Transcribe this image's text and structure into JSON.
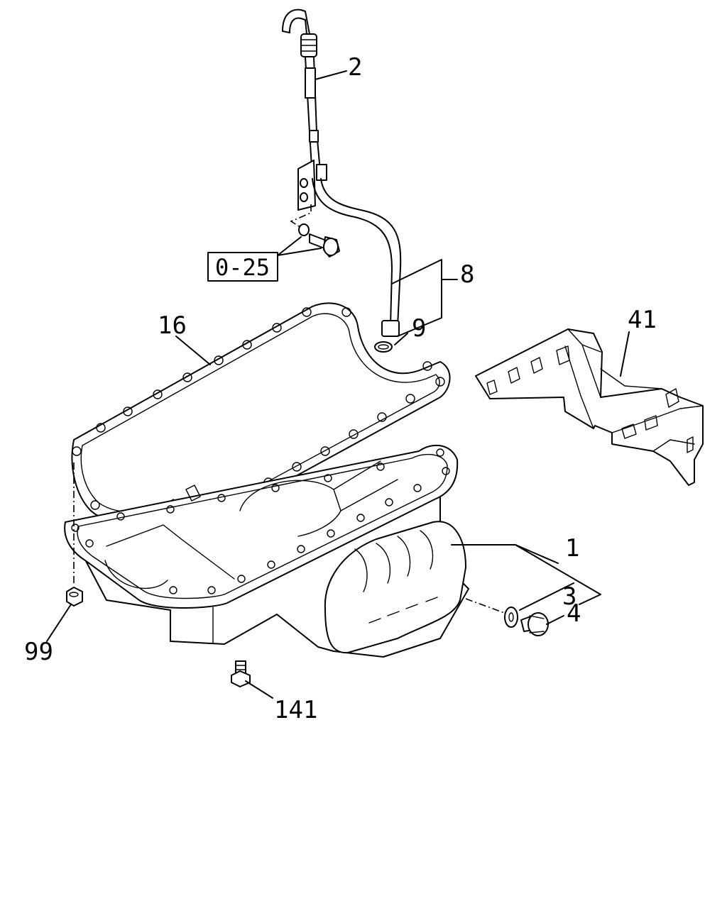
{
  "callouts": {
    "c1": "1",
    "c2": "2",
    "c3": "3",
    "c4": "4",
    "c8": "8",
    "c9": "9",
    "c16": "16",
    "c41": "41",
    "c99": "99",
    "c141": "141"
  },
  "reference_box": "0-25"
}
